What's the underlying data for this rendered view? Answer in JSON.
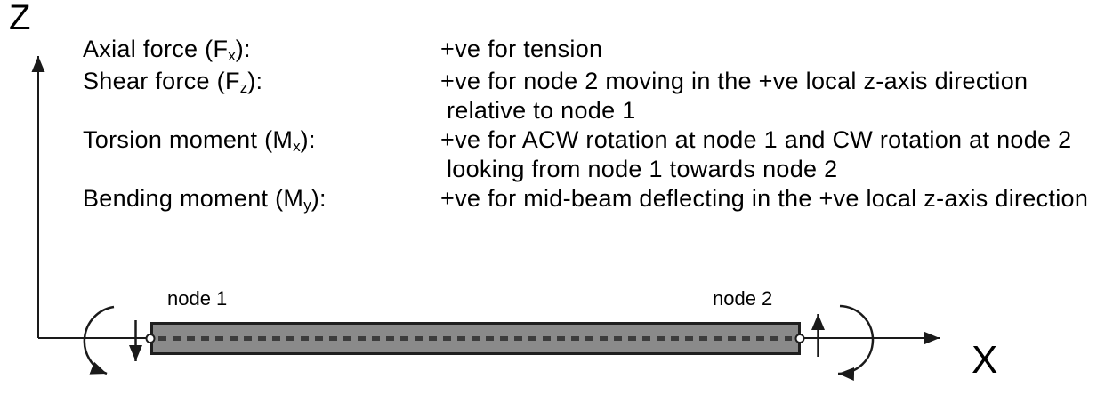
{
  "axes": {
    "z_label": "Z",
    "x_label": "X"
  },
  "beam": {
    "node1_label": "node 1",
    "node2_label": "node 2"
  },
  "sign_conventions": {
    "rows": [
      {
        "term_pre": "Axial force (F",
        "term_sub": "x",
        "term_post": "):",
        "desc_lines": [
          "+ve for tension"
        ]
      },
      {
        "term_pre": "Shear force (F",
        "term_sub": "z",
        "term_post": "):",
        "desc_lines": [
          "+ve for node 2 moving in the +ve local z-axis direction",
          "relative to node 1"
        ]
      },
      {
        "term_pre": "Torsion moment (M",
        "term_sub": "x",
        "term_post": "):",
        "desc_lines": [
          "+ve for ACW rotation at node 1 and CW rotation at node 2",
          "looking from node 1 towards node 2"
        ]
      },
      {
        "term_pre": "Bending moment (M",
        "term_sub": "y",
        "term_post": "):",
        "desc_lines": [
          "+ve for mid-beam deflecting in the +ve local z-axis direction"
        ]
      }
    ]
  },
  "colors": {
    "text": "#000000",
    "line": "#1a1a1a",
    "beam_fill": "#8a8a8a",
    "beam_border": "#1f1f1f",
    "centerline_dash": "#3c3c3c",
    "node_circle_fill": "#ffffff",
    "background": "#ffffff"
  }
}
